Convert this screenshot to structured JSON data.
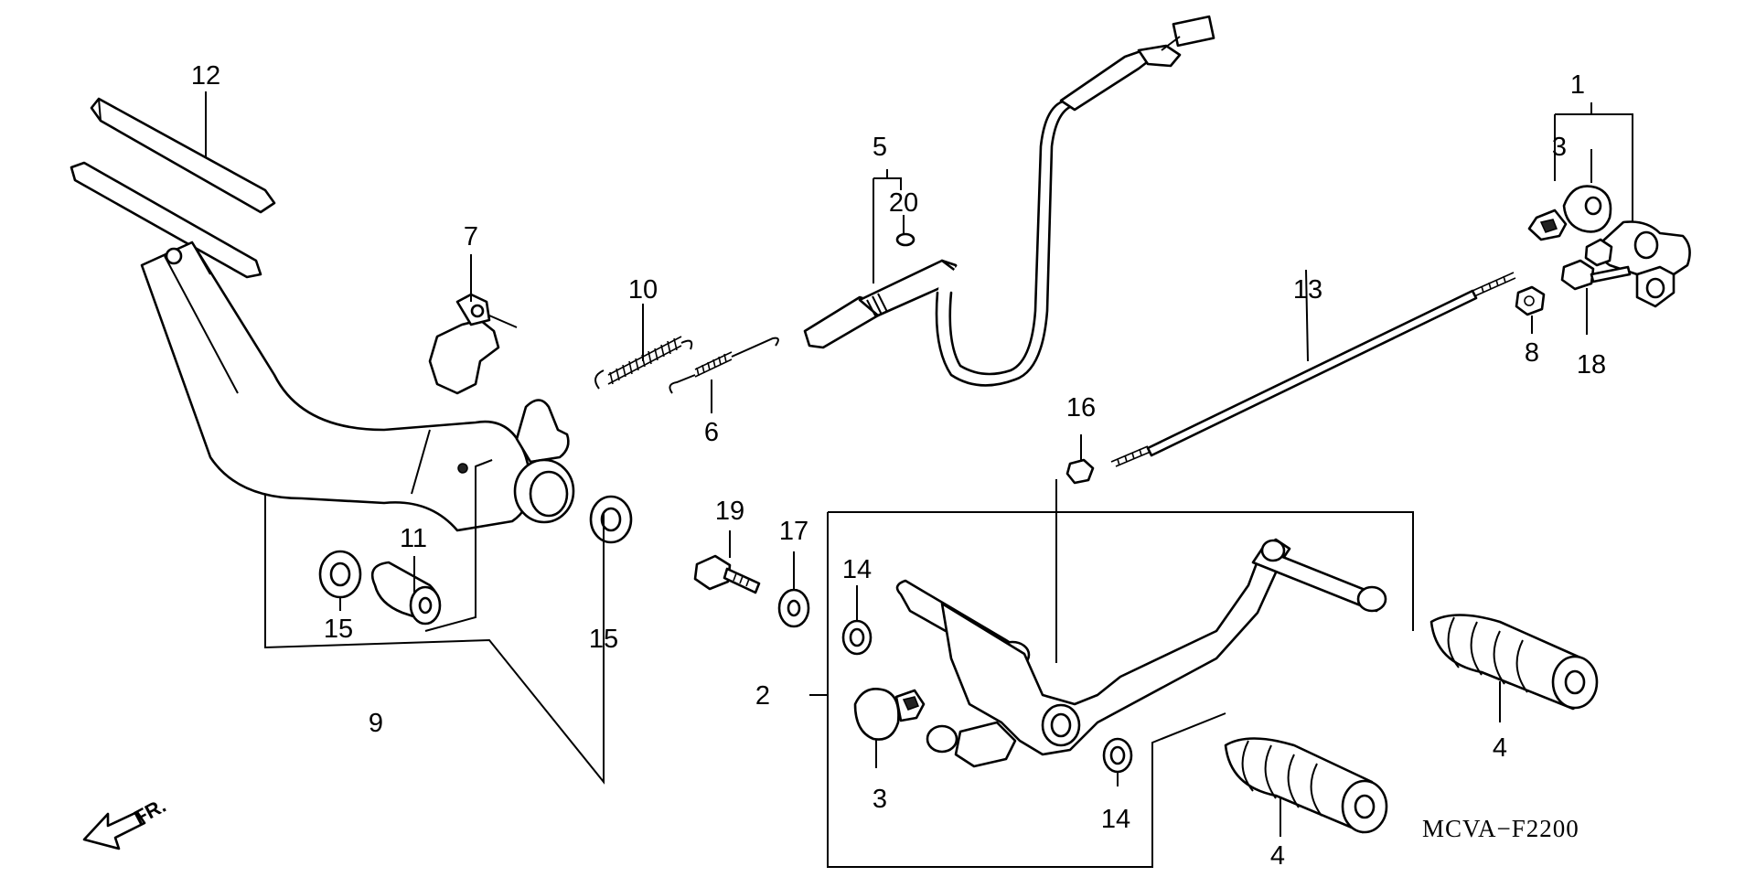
{
  "diagram_code": "MCVA−F2200",
  "front_indicator": "FR.",
  "callouts": {
    "c1": "1",
    "c2": "2",
    "c3a": "3",
    "c3b": "3",
    "c4a": "4",
    "c4b": "4",
    "c5": "5",
    "c6": "6",
    "c7": "7",
    "c8": "8",
    "c9": "9",
    "c10": "10",
    "c11": "11",
    "c12": "12",
    "c13": "13",
    "c14a": "14",
    "c14b": "14",
    "c15a": "15",
    "c15b": "15",
    "c16": "16",
    "c17": "17",
    "c18": "18",
    "c19": "19",
    "c20": "20"
  }
}
